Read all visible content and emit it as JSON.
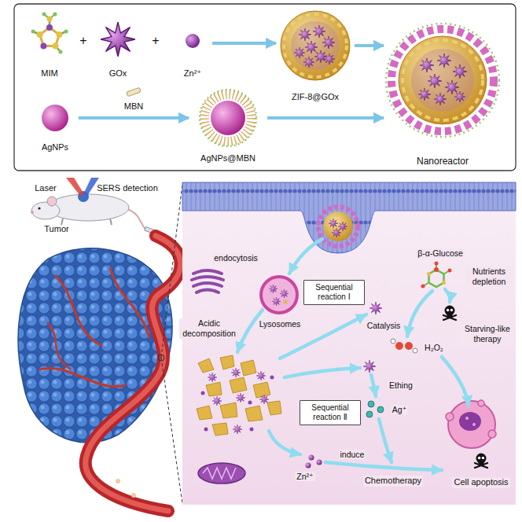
{
  "diagram": {
    "nodes": [
      {
        "text": [
          "MIM"
        ]
      },
      {
        "text": [
          "GOx"
        ]
      },
      {
        "text": [
          "Zn²⁺"
        ]
      },
      {
        "text": [
          "ZIF-8@GOx"
        ]
      },
      {
        "text": [
          "AgNPs"
        ]
      },
      {
        "text": [
          "AgNPs@MBN"
        ]
      },
      {
        "text": [
          "Nanoreactor"
        ]
      },
      {
        "text": [
          "Sequential reaction Ⅰ"
        ]
      },
      {
        "text": [
          "Sequential reaction Ⅱ"
        ]
      }
    ],
    "edges": [
      {
        "from": 2,
        "to": 3,
        "arrow": "to"
      },
      {
        "from": 4,
        "to": 5,
        "label": "MBN",
        "arrow": "to"
      },
      {
        "from": 3,
        "to": 6,
        "arrow": "to"
      },
      {
        "from": 5,
        "to": 6,
        "arrow": "to"
      }
    ],
    "labels": [
      "+",
      "+",
      "Laser",
      "SERS detection",
      "Tumor",
      "endocytosis",
      "β-α-Glucose",
      "Nutrients depletion",
      "Lysosomes",
      "Acidic decomposition",
      "Catalysis",
      "Starving-like therapy",
      "H₂O₂",
      "Ething",
      "Ag⁺",
      "induce",
      "Zn²⁺",
      "Chemotherapy",
      "Cell apoptosis"
    ]
  }
}
